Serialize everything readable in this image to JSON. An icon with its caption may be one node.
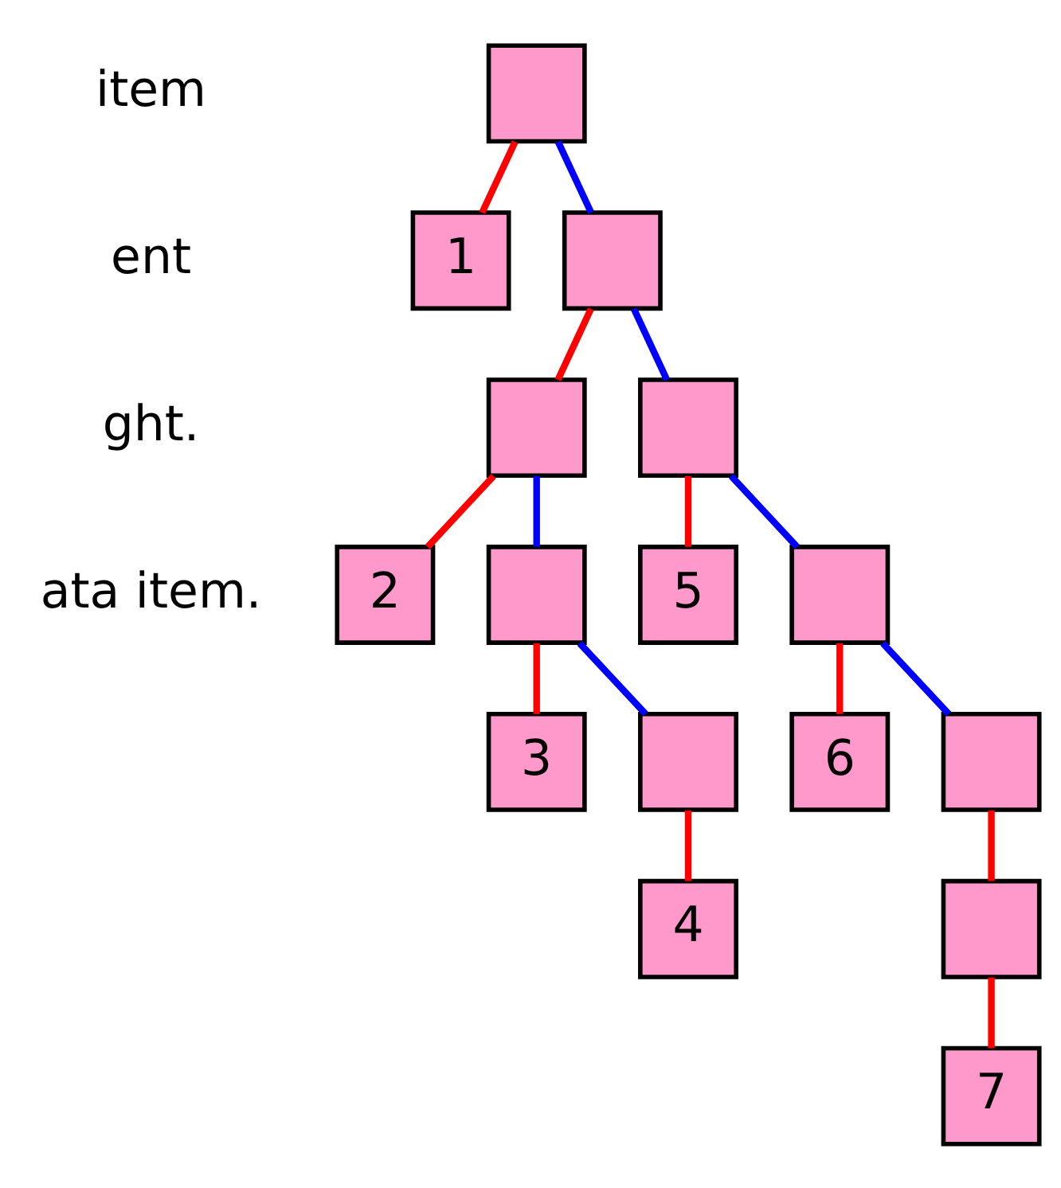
{
  "diagram": {
    "nodes": [
      {
        "text": [],
        "shape": "box"
      },
      {
        "text": [
          "1"
        ]
      },
      {
        "text": [],
        "shape": "box"
      },
      {
        "text": [],
        "shape": "box"
      },
      {
        "text": [],
        "shape": "box"
      },
      {
        "text": [
          "2"
        ]
      },
      {
        "text": [],
        "shape": "box"
      },
      {
        "text": [
          "5"
        ]
      },
      {
        "text": [],
        "shape": "box"
      },
      {
        "text": [
          "3"
        ]
      },
      {
        "text": [],
        "shape": "box"
      },
      {
        "text": [
          "6"
        ]
      },
      {
        "text": [],
        "shape": "box"
      },
      {
        "text": [
          "4"
        ]
      },
      {
        "text": [],
        "shape": "box"
      },
      {
        "text": [
          "7"
        ]
      }
    ],
    "edges": [
      {
        "from": 0,
        "to": 1,
        "arrow": "none"
      },
      {
        "from": 0,
        "to": 2,
        "arrow": "none",
        "color": "#0000ff"
      },
      {
        "from": 2,
        "to": 3,
        "arrow": "none"
      },
      {
        "from": 2,
        "to": 4,
        "arrow": "none",
        "color": "#0000ff"
      },
      {
        "from": 3,
        "to": 5,
        "arrow": "none"
      },
      {
        "from": 3,
        "to": 6,
        "arrow": "none",
        "color": "#0000ff"
      },
      {
        "from": 4,
        "to": 7,
        "arrow": "none"
      },
      {
        "from": 4,
        "to": 8,
        "arrow": "none",
        "color": "#0000ff"
      },
      {
        "from": 6,
        "to": 9,
        "arrow": "none"
      },
      {
        "from": 6,
        "to": 10,
        "arrow": "none",
        "color": "#0000ff"
      },
      {
        "from": 8,
        "to": 11,
        "arrow": "none"
      },
      {
        "from": 8,
        "to": 12,
        "arrow": "none",
        "color": "#0000ff"
      },
      {
        "from": 10,
        "to": 13,
        "arrow": "none"
      },
      {
        "from": 12,
        "to": 14,
        "arrow": "none"
      },
      {
        "from": 14,
        "to": 15,
        "arrow": "none"
      }
    ],
    "labels": [
      "item",
      "ent",
      "ght.",
      "ata item."
    ]
  }
}
